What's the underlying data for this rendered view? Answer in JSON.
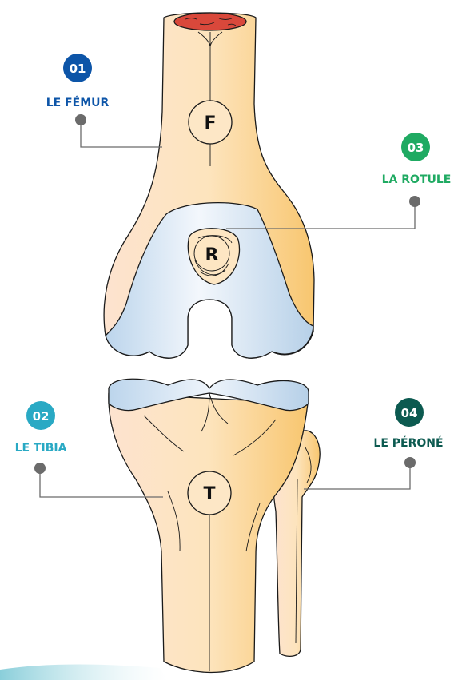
{
  "colors": {
    "bone_light": "#fde6c3",
    "bone_dark": "#f7c56c",
    "cartilage_light": "#eef4fb",
    "cartilage_dark": "#b9d3ea",
    "marrow": "#d9483b",
    "leader": "#6b6b6b",
    "label_femur": "#0d55a8",
    "label_tibia": "#29a9c4",
    "label_rotule": "#1faa62",
    "label_perone": "#0c5a50"
  },
  "bones": {
    "femur": {
      "letter": "F"
    },
    "rotule": {
      "letter": "R"
    },
    "tibia": {
      "letter": "T"
    }
  },
  "labels": {
    "femur": {
      "number": "01",
      "text": "LE FÉMUR"
    },
    "tibia": {
      "number": "02",
      "text": "LE TIBIA"
    },
    "rotule": {
      "number": "03",
      "text": "LA ROTULE"
    },
    "perone": {
      "number": "04",
      "text": "LE PÉRONÉ"
    }
  }
}
